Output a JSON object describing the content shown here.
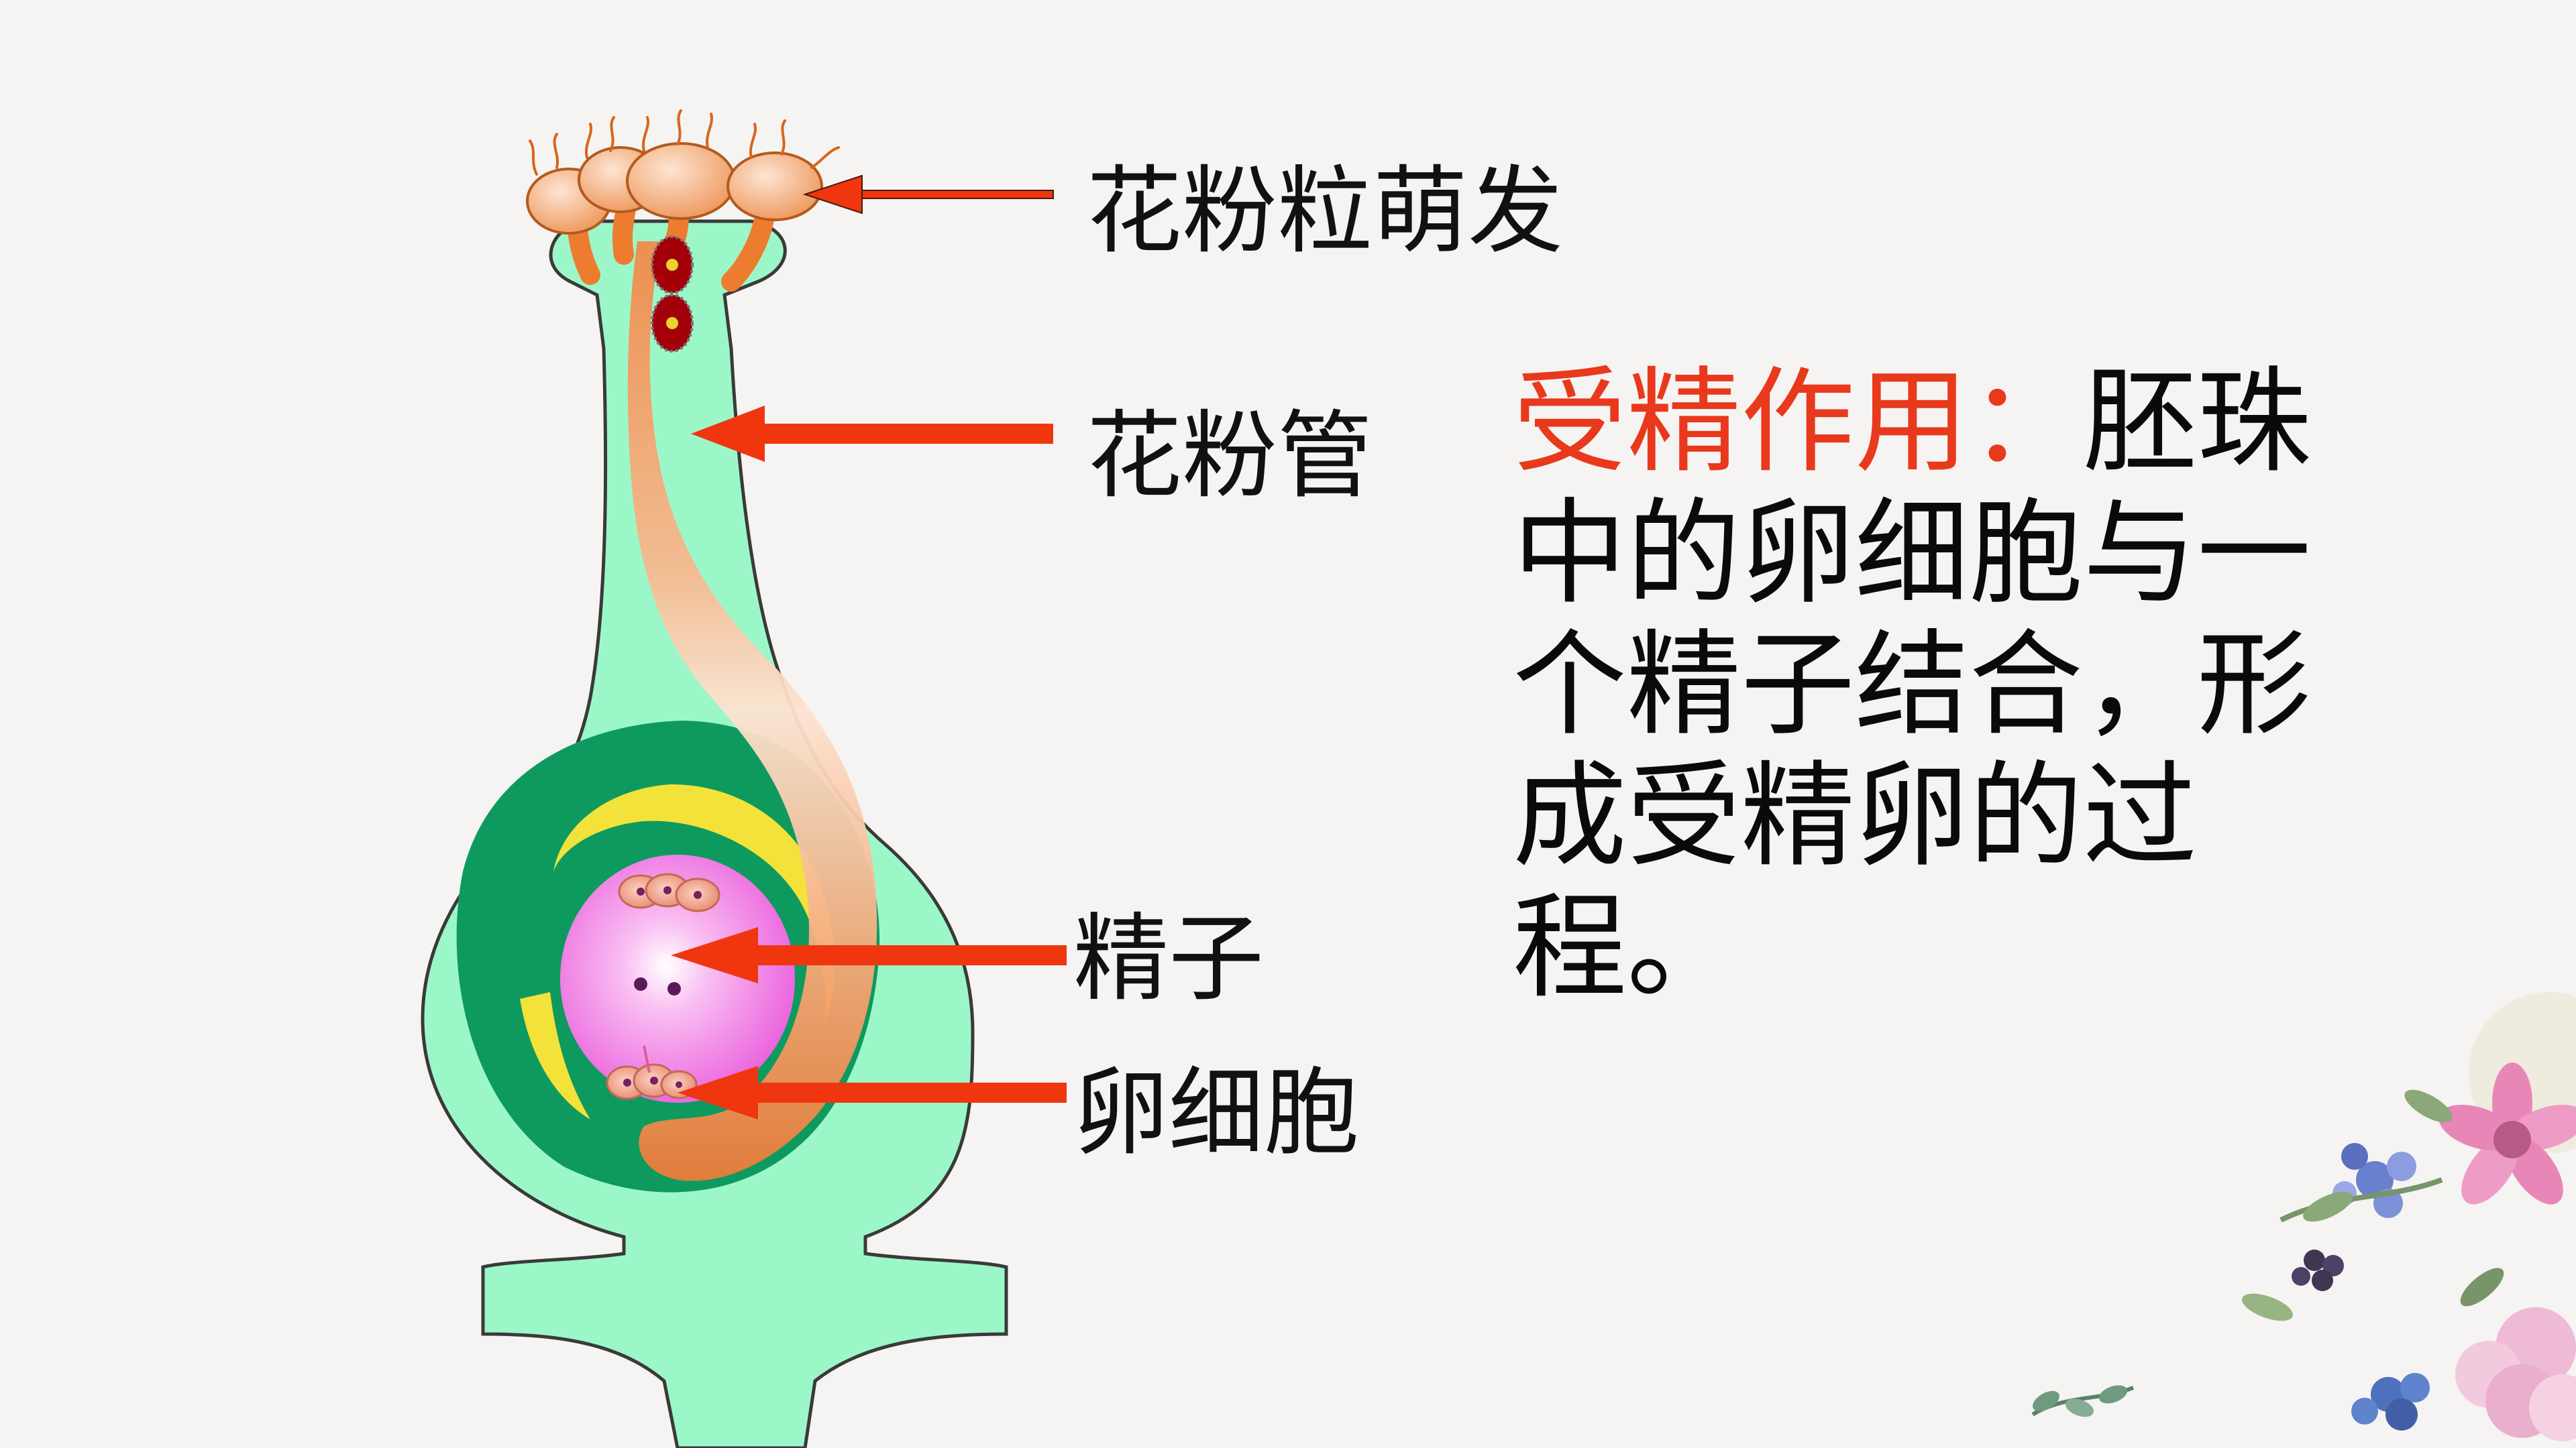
{
  "labels": {
    "pollen_germination": "花粉粒萌发",
    "pollen_tube": "花粉管",
    "sperm": "精子",
    "egg_cell": "卵细胞"
  },
  "definition": {
    "term": "受精作用：",
    "body": "胚珠中的卵细胞与一个精子结合，形成受精卵的过程。"
  },
  "colors": {
    "pistil_fill": "#9cf7c8",
    "pistil_outline": "#3a3a3a",
    "ovule_outer": "#0e9a5f",
    "integument_yellow": "#f3e23a",
    "embryo_sac": "#f07fe6",
    "pollen_tube": "#f2a16e",
    "pollen_grain": "#f2a16e",
    "arrow": "#f0360e",
    "term_color": "#e8391d"
  },
  "icons": [
    "flower-decoration-icon",
    "leaf-sprig-icon"
  ]
}
